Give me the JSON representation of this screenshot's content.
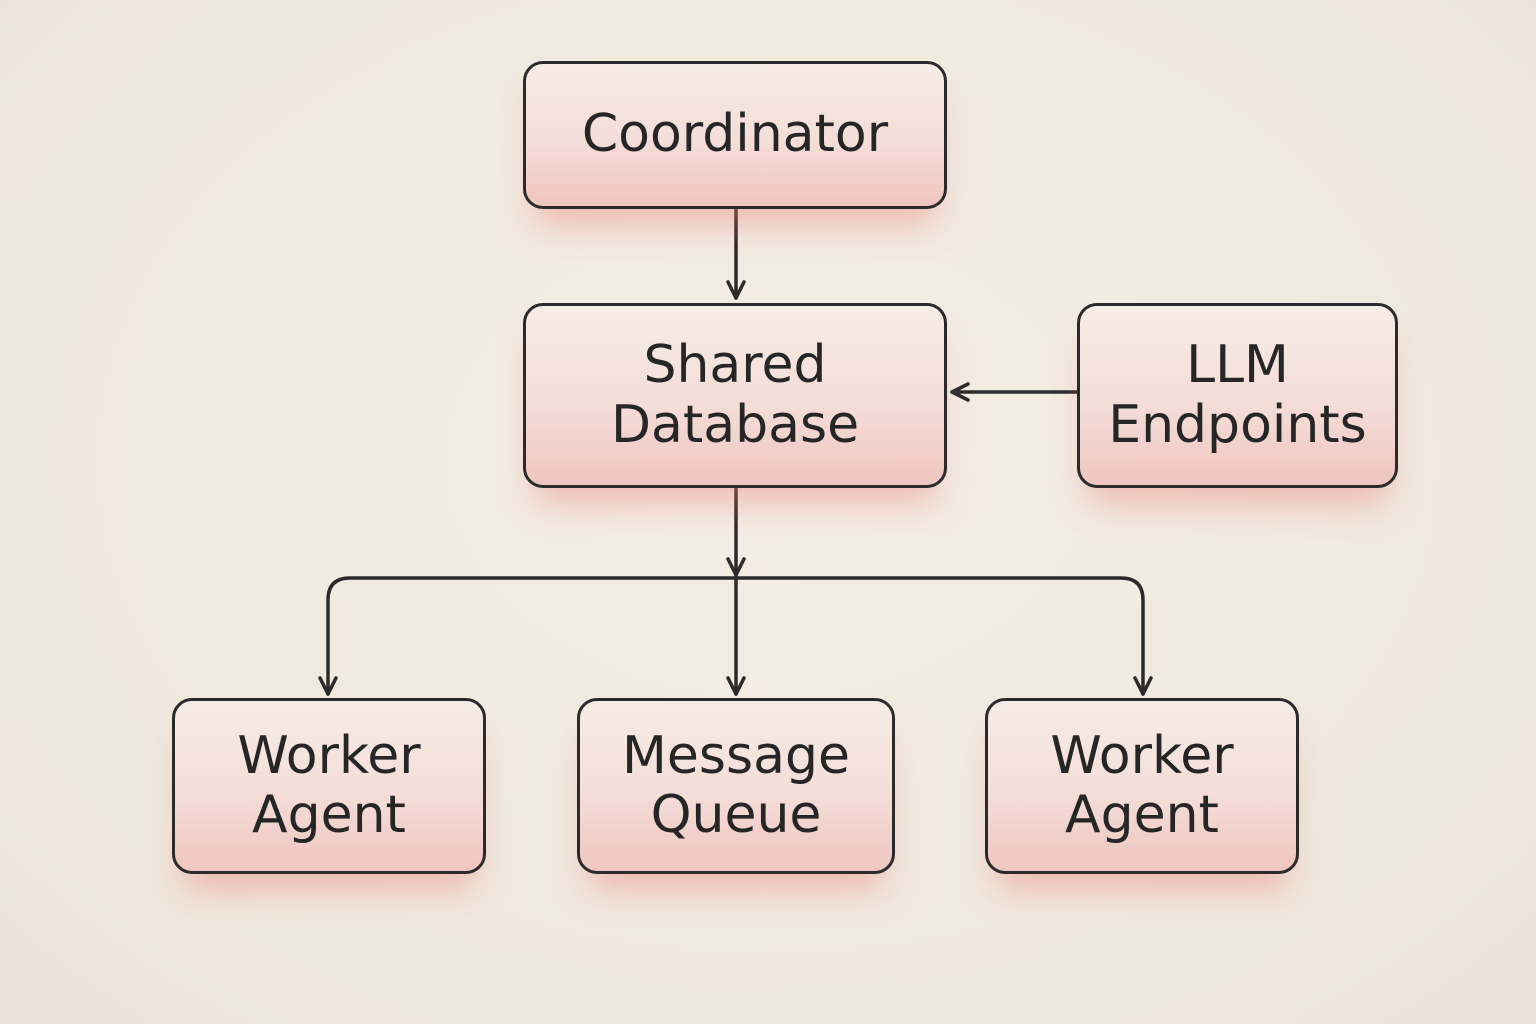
{
  "diagram": {
    "nodes": {
      "coordinator": {
        "lines": [
          "Coordinator"
        ]
      },
      "shared_database": {
        "lines": [
          "Shared",
          "Database"
        ]
      },
      "llm_endpoints": {
        "lines": [
          "LLM",
          "Endpoints"
        ]
      },
      "worker_agent_1": {
        "lines": [
          "Worker",
          "Agent"
        ]
      },
      "message_queue": {
        "lines": [
          "Message",
          "Queue"
        ]
      },
      "worker_agent_2": {
        "lines": [
          "Worker",
          "Agent"
        ]
      }
    },
    "edges": [
      {
        "from": "coordinator",
        "to": "shared_database"
      },
      {
        "from": "llm_endpoints",
        "to": "shared_database"
      },
      {
        "from": "shared_database",
        "to": "worker_agent_1"
      },
      {
        "from": "shared_database",
        "to": "message_queue"
      },
      {
        "from": "shared_database",
        "to": "worker_agent_2"
      }
    ],
    "colors": {
      "stroke": "#2b2b2b",
      "text": "#262626",
      "node_fill_top": "#f6ece6",
      "node_fill_bottom": "#f0c5bf",
      "glow": "#ec786e",
      "background": "#f1ebe1"
    }
  }
}
